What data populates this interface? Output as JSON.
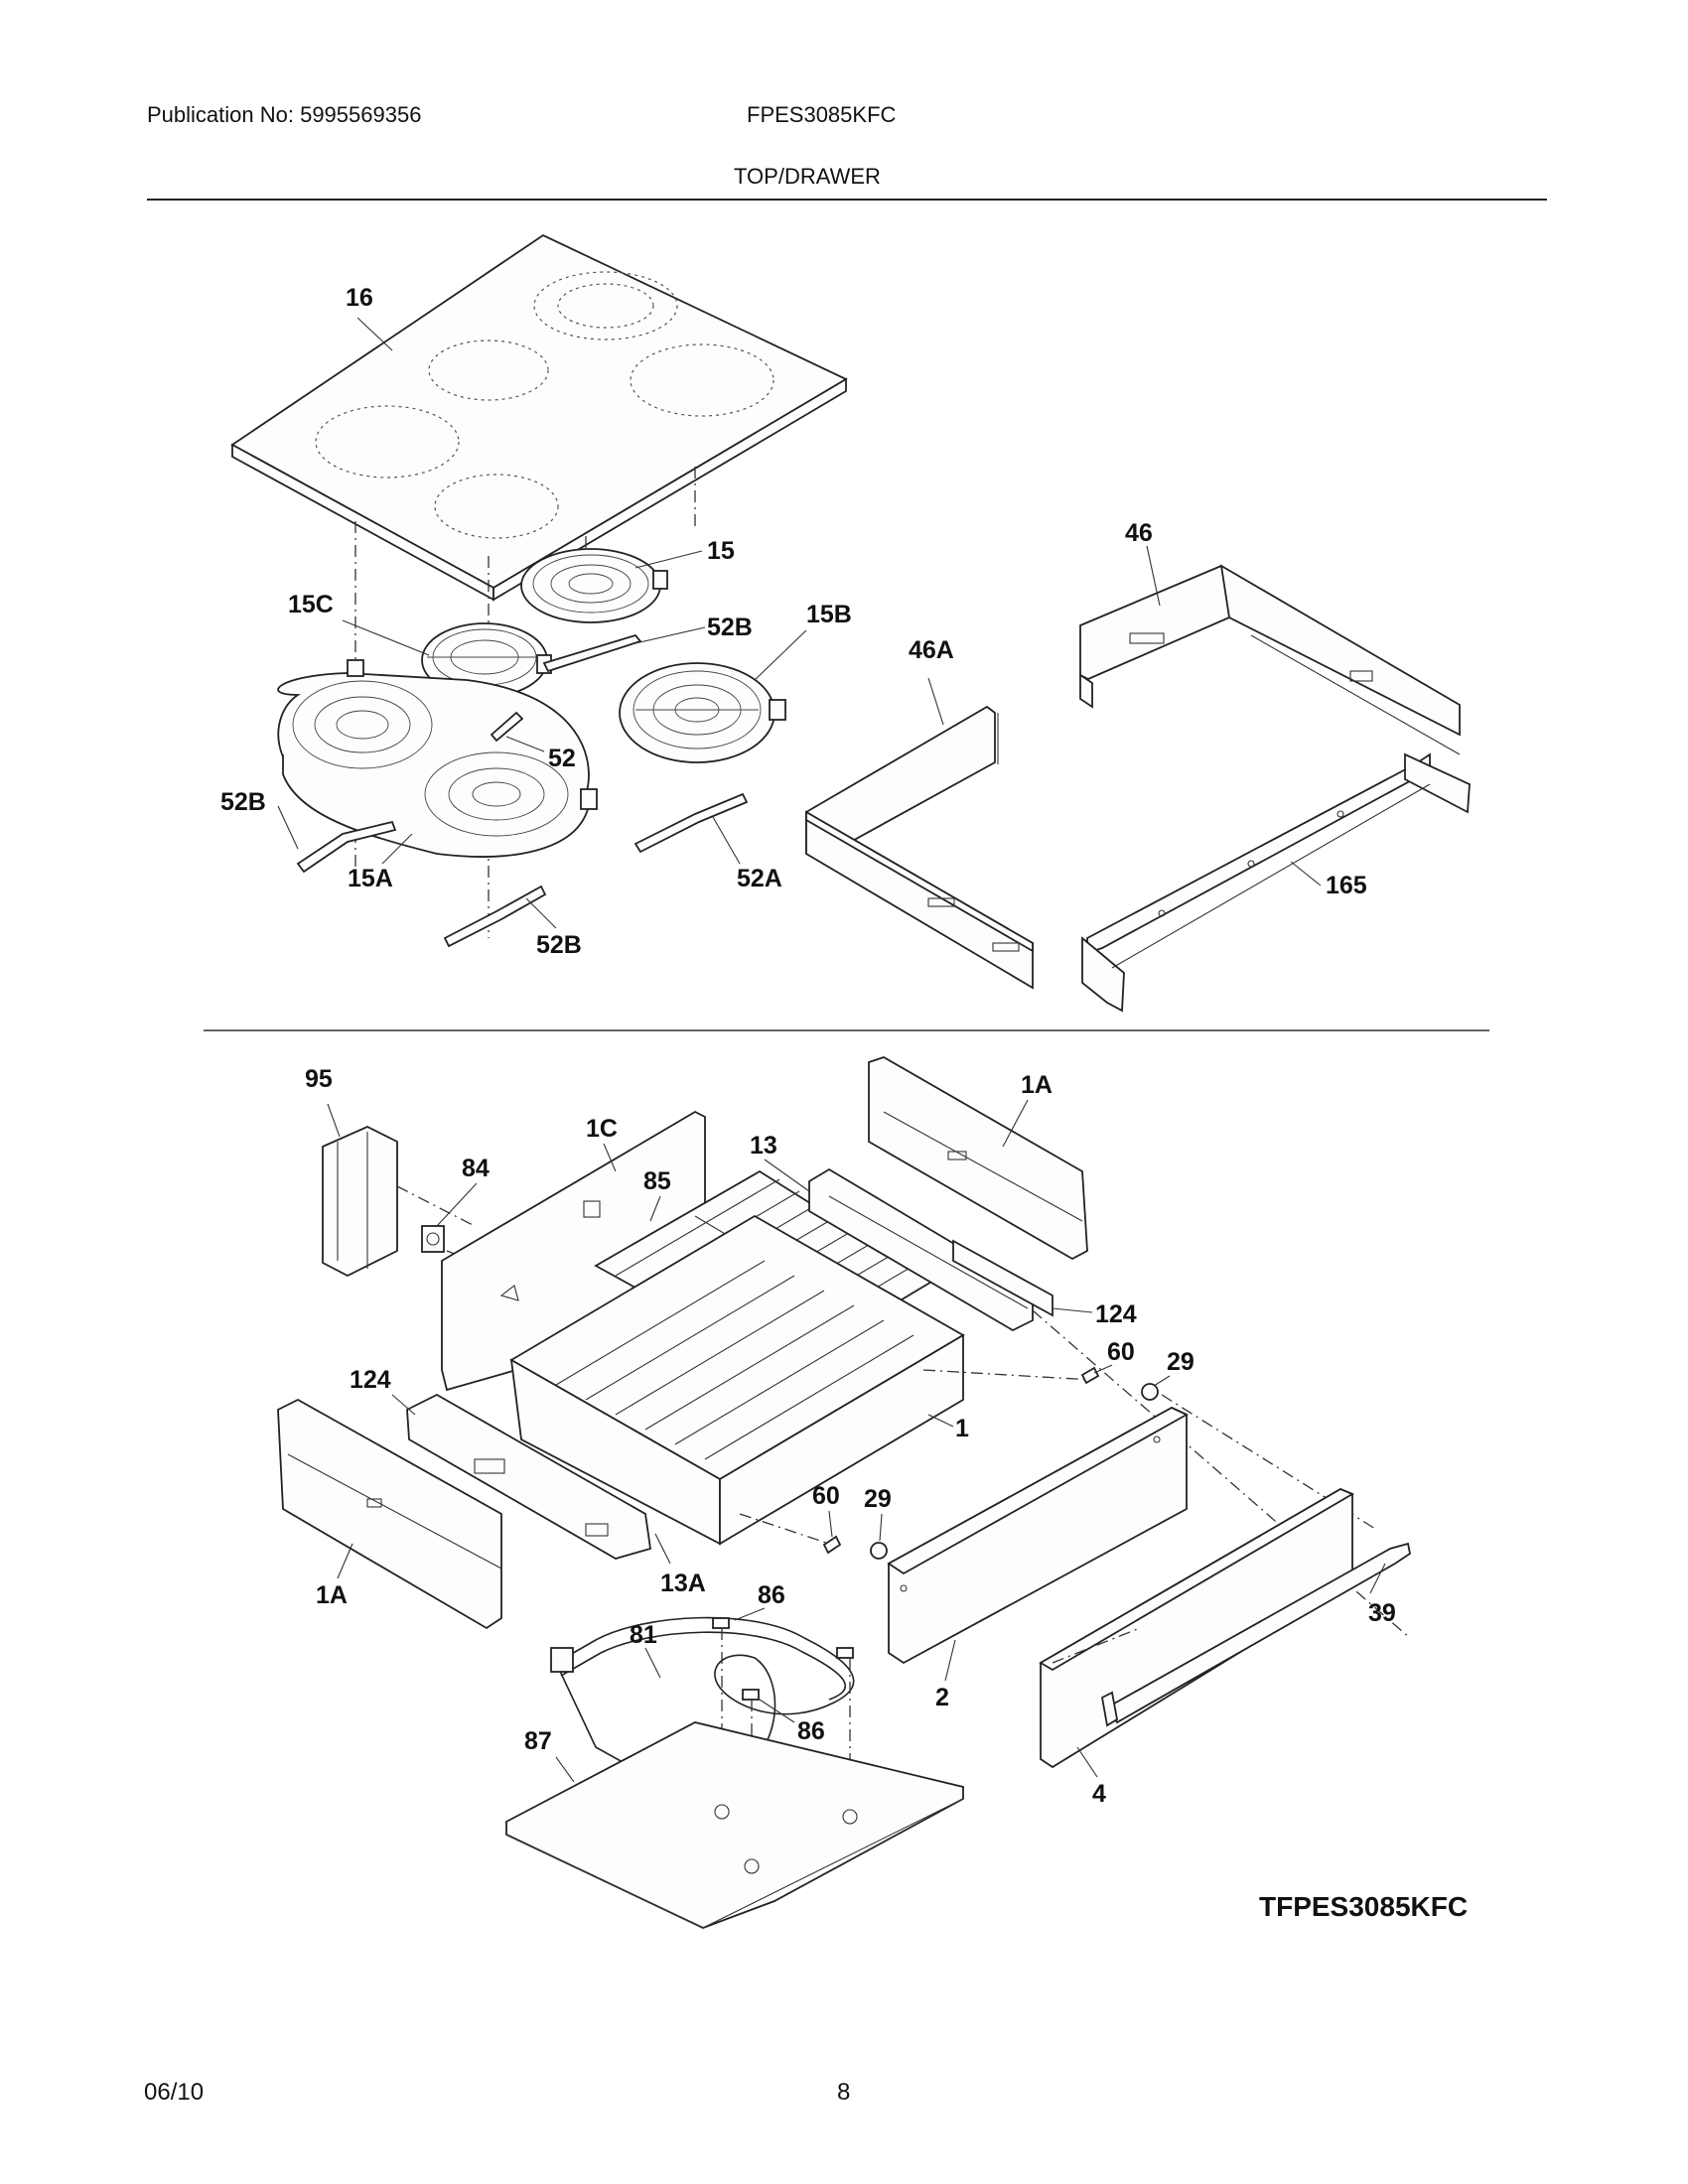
{
  "header": {
    "publication": "Publication No: 5995569356",
    "model": "FPES3085KFC",
    "section_title": "TOP/DRAWER"
  },
  "footer": {
    "date": "06/10",
    "page": "8"
  },
  "diagram": {
    "code": "TFPES3085KFC",
    "callouts": {
      "c16": "16",
      "c15": "15",
      "c15c": "15C",
      "c52b_top": "52B",
      "c15b": "15B",
      "c52": "52",
      "c52b_left": "52B",
      "c15a": "15A",
      "c52a": "52A",
      "c52b_bottom": "52B",
      "c46": "46",
      "c46a": "46A",
      "c165": "165",
      "c95": "95",
      "c84": "84",
      "c1c": "1C",
      "c85": "85",
      "c13": "13",
      "c1a_top": "1A",
      "c124_right": "124",
      "c60_right": "60",
      "c29_right": "29",
      "c124_left": "124",
      "c1": "1",
      "c60_mid": "60",
      "c29_mid": "29",
      "c1a_left": "1A",
      "c13a": "13A",
      "c86_top": "86",
      "c81": "81",
      "c39": "39",
      "c2": "2",
      "c87": "87",
      "c86_bottom": "86",
      "c4": "4"
    }
  }
}
